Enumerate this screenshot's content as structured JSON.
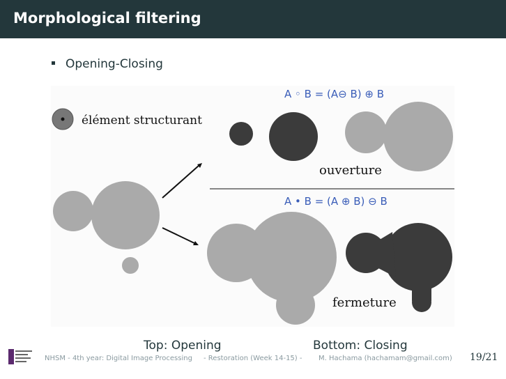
{
  "slide": {
    "title": "Morphological filtering",
    "bullet": "Opening-Closing"
  },
  "figure": {
    "element_label": "élément structurant",
    "opening_formula": "A ◦ B = (A⊖ B) ⊕ B",
    "opening_label": "ouverture",
    "closing_formula": "A • B = (A ⊕ B) ⊖ B",
    "closing_label": "fermeture"
  },
  "captions": {
    "top": "Top: Opening",
    "bottom": "Bottom: Closing"
  },
  "footer": {
    "course": "NHSM - 4th year: Digital Image Processing",
    "section": "- Restoration (Week 14-15) -",
    "author": "M. Hachama (hachamam@gmail.com)",
    "page": "19/21"
  },
  "colors": {
    "title_bar": "#23373b",
    "light_disc": "#aaaaaa",
    "dark_disc": "#3b3b3b",
    "formula_blue": "#3a5db8"
  }
}
